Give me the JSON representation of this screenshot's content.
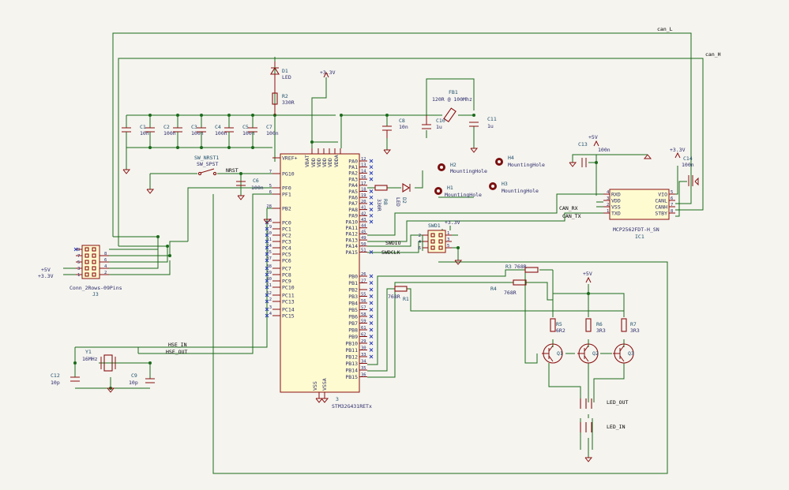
{
  "title": "STM32G431 CAN board schematic",
  "nets": {
    "can_l": "can_L",
    "can_h": "can_H",
    "nrst": "NRST",
    "hse_in": "HSE_IN",
    "hse_out": "HSE_OUT",
    "can_rx": "CAN_RX",
    "can_tx": "CAN_TX",
    "swdio": "SWDIO",
    "swdclk": "SWDCLK",
    "p3v3": "+3.3V",
    "p5v": "+5V"
  },
  "components": {
    "d1": {
      "ref": "D1",
      "val": "LED"
    },
    "r2": {
      "ref": "R2",
      "val": "330R"
    },
    "c1": {
      "ref": "C1",
      "val": "10n"
    },
    "c2": {
      "ref": "C2",
      "val": "100n"
    },
    "c3": {
      "ref": "C3",
      "val": "100n"
    },
    "c4": {
      "ref": "C4",
      "val": "100n"
    },
    "c5": {
      "ref": "C5",
      "val": "100n"
    },
    "c7": {
      "ref": "C7",
      "val": "100n"
    },
    "c8": {
      "ref": "C8",
      "val": "10n"
    },
    "c10": {
      "ref": "C10",
      "val": "1u"
    },
    "c11": {
      "ref": "C11",
      "val": "1u"
    },
    "fb1": {
      "ref": "FB1",
      "val": "120R @ 100Mhz"
    },
    "c6": {
      "ref": "C6",
      "val": "100n"
    },
    "sw": {
      "ref": "SW_NRST1",
      "val": "SW_SPST"
    },
    "h1": {
      "ref": "H1",
      "val": "MountingHole"
    },
    "h2": {
      "ref": "H2",
      "val": "MountingHole"
    },
    "h3": {
      "ref": "H3",
      "val": "MountingHole"
    },
    "h4": {
      "ref": "H4",
      "val": "MountingHole"
    },
    "r8": {
      "ref": "R8",
      "val": "330R"
    },
    "d2": {
      "ref": "D2",
      "val": "LED"
    },
    "c13": {
      "ref": "C13",
      "val": "100n"
    },
    "c14": {
      "ref": "C14",
      "val": "100n"
    },
    "ic1": {
      "ref": "IC1",
      "val": "MCP2562FDT-H_SN"
    },
    "swd1": {
      "ref": "SWD1",
      "val": ""
    },
    "j3": {
      "ref": "J3",
      "val": "Conn_2Rows-09Pins"
    },
    "y1": {
      "ref": "Y1",
      "val": "16MHz"
    },
    "c12": {
      "ref": "C12",
      "val": "10p"
    },
    "c9": {
      "ref": "C9",
      "val": "10p"
    },
    "u": {
      "ref": "3",
      "val": "STM32G431RETx"
    },
    "r1": {
      "ref": "R1",
      "val": "768R"
    },
    "r3": {
      "ref": "R3",
      "val": "768R"
    },
    "r4": {
      "ref": "R4",
      "val": "768R"
    },
    "r5": {
      "ref": "R5",
      "val": "6R2"
    },
    "r6": {
      "ref": "R6",
      "val": "3R3"
    },
    "r7": {
      "ref": "R7",
      "val": "3R3"
    },
    "q1": {
      "ref": "Q1",
      "val": ""
    },
    "q2": {
      "ref": "Q2",
      "val": ""
    },
    "q3": {
      "ref": "Q3",
      "val": ""
    },
    "led_out": {
      "ref": "LED_OUT",
      "val": ""
    },
    "led_in": {
      "ref": "LED_IN",
      "val": ""
    }
  },
  "mcu": {
    "left_pins": [
      {
        "name": "VREF+",
        "num": ""
      },
      {
        "name": "PG10",
        "num": "7"
      },
      {
        "name": "PF0",
        "num": "5"
      },
      {
        "name": "PF1",
        "num": "6"
      },
      {
        "name": "PB2",
        "num": "28"
      },
      {
        "name": "PC0",
        "num": "8"
      },
      {
        "name": "PC1",
        "num": "9"
      },
      {
        "name": "PC2",
        "num": "10"
      },
      {
        "name": "PC3",
        "num": "11"
      },
      {
        "name": "PC4",
        "num": "24"
      },
      {
        "name": "PC5",
        "num": "25"
      },
      {
        "name": "PC6",
        "num": "37"
      },
      {
        "name": "PC7",
        "num": "38"
      },
      {
        "name": "PC8",
        "num": "39"
      },
      {
        "name": "PC9",
        "num": "40"
      },
      {
        "name": "PC10",
        "num": "51"
      },
      {
        "name": "PC11",
        "num": "52"
      },
      {
        "name": "PC13",
        "num": "2"
      },
      {
        "name": "PC14",
        "num": "3"
      },
      {
        "name": "PC15",
        "num": "4"
      }
    ],
    "right_pins_a": [
      {
        "name": "PA0",
        "num": "12"
      },
      {
        "name": "PA1",
        "num": "13"
      },
      {
        "name": "PA2",
        "num": "14"
      },
      {
        "name": "PA3",
        "num": "16"
      },
      {
        "name": "PA4",
        "num": "17"
      },
      {
        "name": "PA5",
        "num": "18"
      },
      {
        "name": "PA6",
        "num": "19"
      },
      {
        "name": "PA7",
        "num": "20"
      },
      {
        "name": "PA8",
        "num": "41"
      },
      {
        "name": "PA9",
        "num": "42"
      },
      {
        "name": "PA10",
        "num": "43"
      },
      {
        "name": "PA11",
        "num": "44"
      },
      {
        "name": "PA12",
        "num": "45"
      },
      {
        "name": "PA13",
        "num": "49"
      },
      {
        "name": "PA14",
        "num": "50"
      },
      {
        "name": "PA15",
        "num": "51"
      }
    ],
    "right_pins_b": [
      {
        "name": "PB0",
        "num": "26"
      },
      {
        "name": "PB1",
        "num": "27"
      },
      {
        "name": "PB2",
        "num": ""
      },
      {
        "name": "PB3",
        "num": "55"
      },
      {
        "name": "PB4",
        "num": "56"
      },
      {
        "name": "PB5",
        "num": "57"
      },
      {
        "name": "PB6",
        "num": "58"
      },
      {
        "name": "PB7",
        "num": "59"
      },
      {
        "name": "PB8",
        "num": "61"
      },
      {
        "name": "PB9",
        "num": "62"
      },
      {
        "name": "PB10",
        "num": "29"
      },
      {
        "name": "PB11",
        "num": "30"
      },
      {
        "name": "PB12",
        "num": "33"
      },
      {
        "name": "PB13",
        "num": "34"
      },
      {
        "name": "PB14",
        "num": "35"
      },
      {
        "name": "PB15",
        "num": "36"
      }
    ],
    "top_pins": [
      "VBAT",
      "VDD",
      "VDD",
      "VDD",
      "VDD",
      "VDDA"
    ],
    "bottom_pins": [
      "VSS",
      "VSSA"
    ]
  },
  "ic1_pins": {
    "left": [
      {
        "name": "RXD",
        "num": "4"
      },
      {
        "name": "VDD",
        "num": "3"
      },
      {
        "name": "VSS",
        "num": "2"
      },
      {
        "name": "TXD",
        "num": "1"
      }
    ],
    "right": [
      {
        "name": "VIO",
        "num": "5"
      },
      {
        "name": "CANL",
        "num": "6"
      },
      {
        "name": "CANH",
        "num": "7"
      },
      {
        "name": "STBY",
        "num": "8"
      }
    ]
  },
  "swd1_pins": [
    "2",
    "4",
    "6",
    "1",
    "3",
    "5"
  ],
  "j3_pins": [
    "9",
    "7",
    "5",
    "3",
    "1",
    "8",
    "6",
    "4",
    "2"
  ],
  "colors": {
    "wire": "#1a6b1a",
    "part": "#8a0f0f",
    "text": "#2a2a6a",
    "bg": "#f5f4ef"
  }
}
